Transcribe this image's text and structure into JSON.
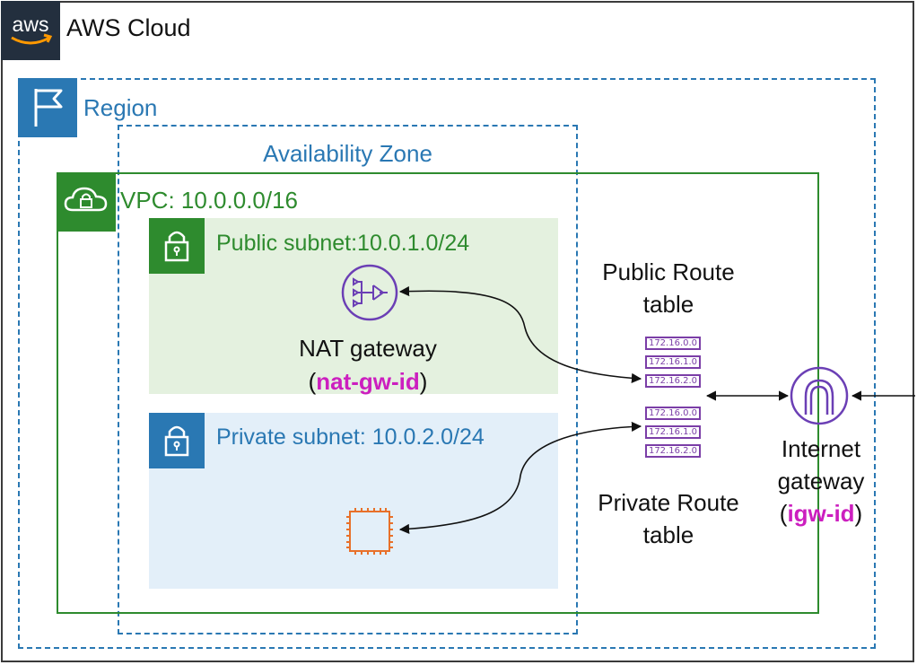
{
  "aws_cloud": {
    "title": "AWS Cloud",
    "logo_text": "aws"
  },
  "region": {
    "title": "Region"
  },
  "availability_zone": {
    "title": "Availability Zone"
  },
  "vpc": {
    "title": "VPC: 10.0.0.0/16"
  },
  "public_subnet": {
    "title": "Public subnet:10.0.1.0/24"
  },
  "private_subnet": {
    "title": "Private subnet: 10.0.2.0/24"
  },
  "nat_gateway": {
    "name": "NAT gateway",
    "paren_open": "(",
    "id": "nat-gw-id",
    "paren_close": ")"
  },
  "public_route_table": {
    "label_line1": "Public Route",
    "label_line2": "table",
    "rows": [
      "172.16.0.0",
      "172.16.1.0",
      "172.16.2.0"
    ]
  },
  "private_route_table": {
    "label_line1": "Private Route",
    "label_line2": "table",
    "rows": [
      "172.16.0.0",
      "172.16.1.0",
      "172.16.2.0"
    ]
  },
  "internet_gateway": {
    "label_line1": "Internet",
    "label_line2": "gateway",
    "paren_open": "(",
    "id": "igw-id",
    "paren_close": ")"
  },
  "colors": {
    "aws_dark": "#232f3e",
    "region_blue": "#2a78b3",
    "vpc_green": "#2e8b2e",
    "public_fill": "#e4f1df",
    "private_fill": "#e3eff9",
    "route_purple": "#7b3ea7",
    "id_magenta": "#cc1fbf",
    "ec2_orange": "#e8702a"
  },
  "icons": {
    "aws": "aws-logo-icon",
    "region": "flag-icon",
    "vpc": "cloud-lock-icon",
    "subnet": "padlock-icon",
    "nat": "nat-gateway-icon",
    "ec2": "ec2-instance-icon",
    "igw": "internet-gateway-icon",
    "route_table": "route-table-icon"
  }
}
